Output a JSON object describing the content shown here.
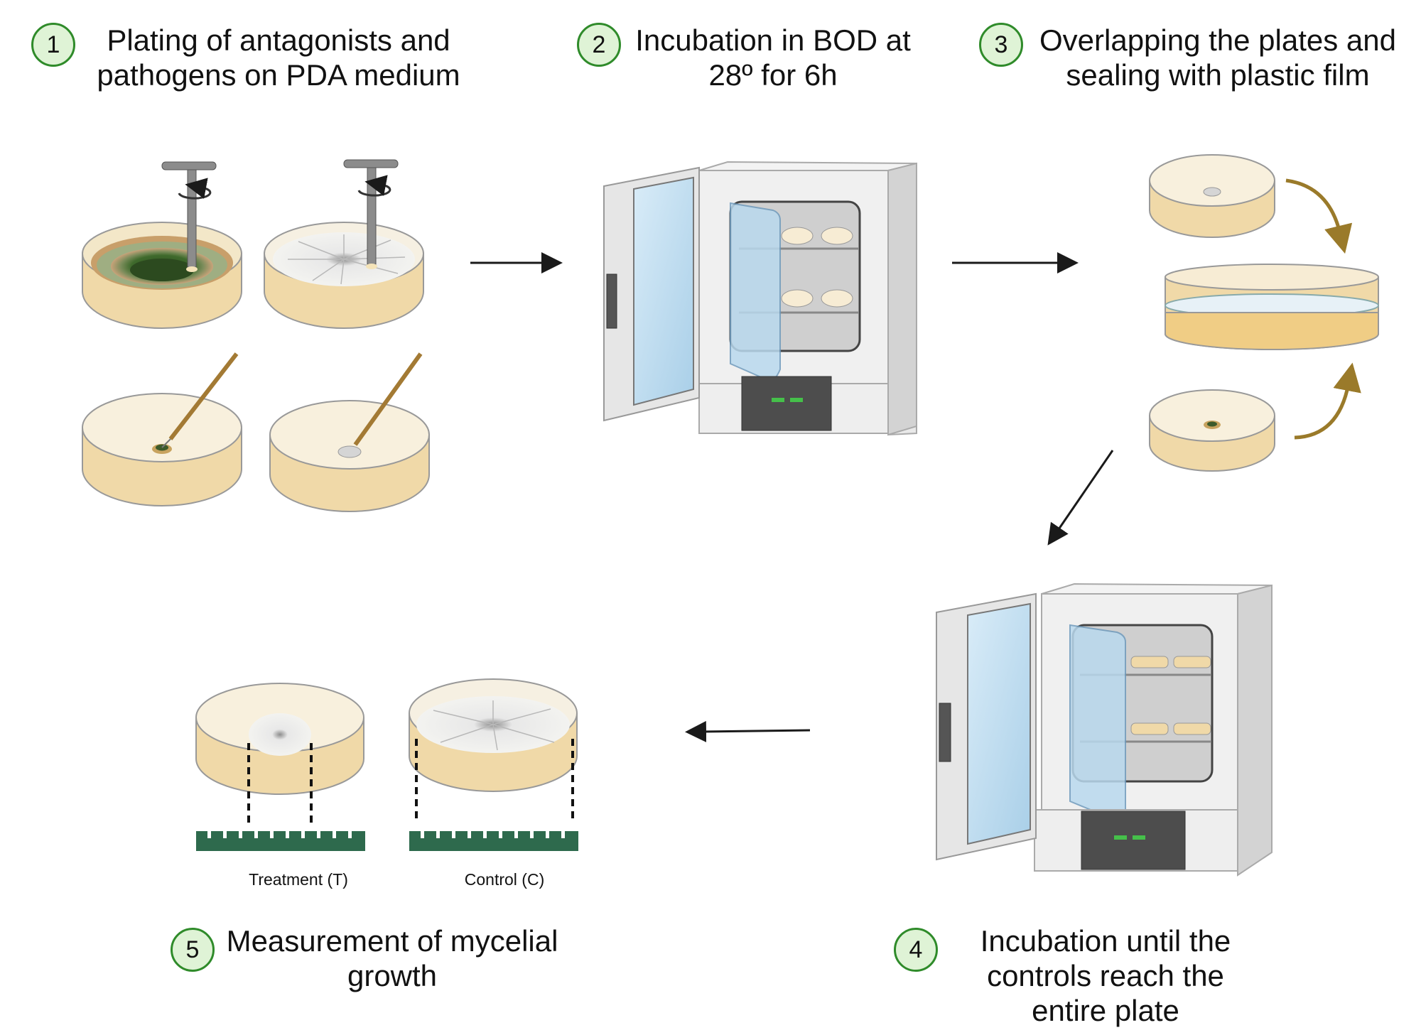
{
  "steps": [
    {
      "number": "1",
      "title": "Plating of antagonists and pathogens on  PDA medium"
    },
    {
      "number": "2",
      "title": "Incubation in BOD at 28º for 6h"
    },
    {
      "number": "3",
      "title": "Overlapping the plates and sealing with plastic film"
    },
    {
      "number": "4",
      "title": "Incubation until the controls reach the entire plate"
    },
    {
      "number": "5",
      "title": "Measurement of mycelial growth"
    }
  ],
  "labels": {
    "treatment": "Treatment (T)",
    "control": "Control (C)"
  },
  "colors": {
    "badge_fill": "#dff3d6",
    "badge_border": "#2f8b2a",
    "agar": "#f7ecd4",
    "ruler": "#2e6a4d",
    "curved_arrow": "#9a7a2a",
    "arrow": "#1a1a1a"
  },
  "icons": [
    "cork-borer-icon",
    "inoculation-loop-icon",
    "petri-dish-icon",
    "incubator-icon",
    "ruler-icon",
    "curved-arrow-icon"
  ]
}
